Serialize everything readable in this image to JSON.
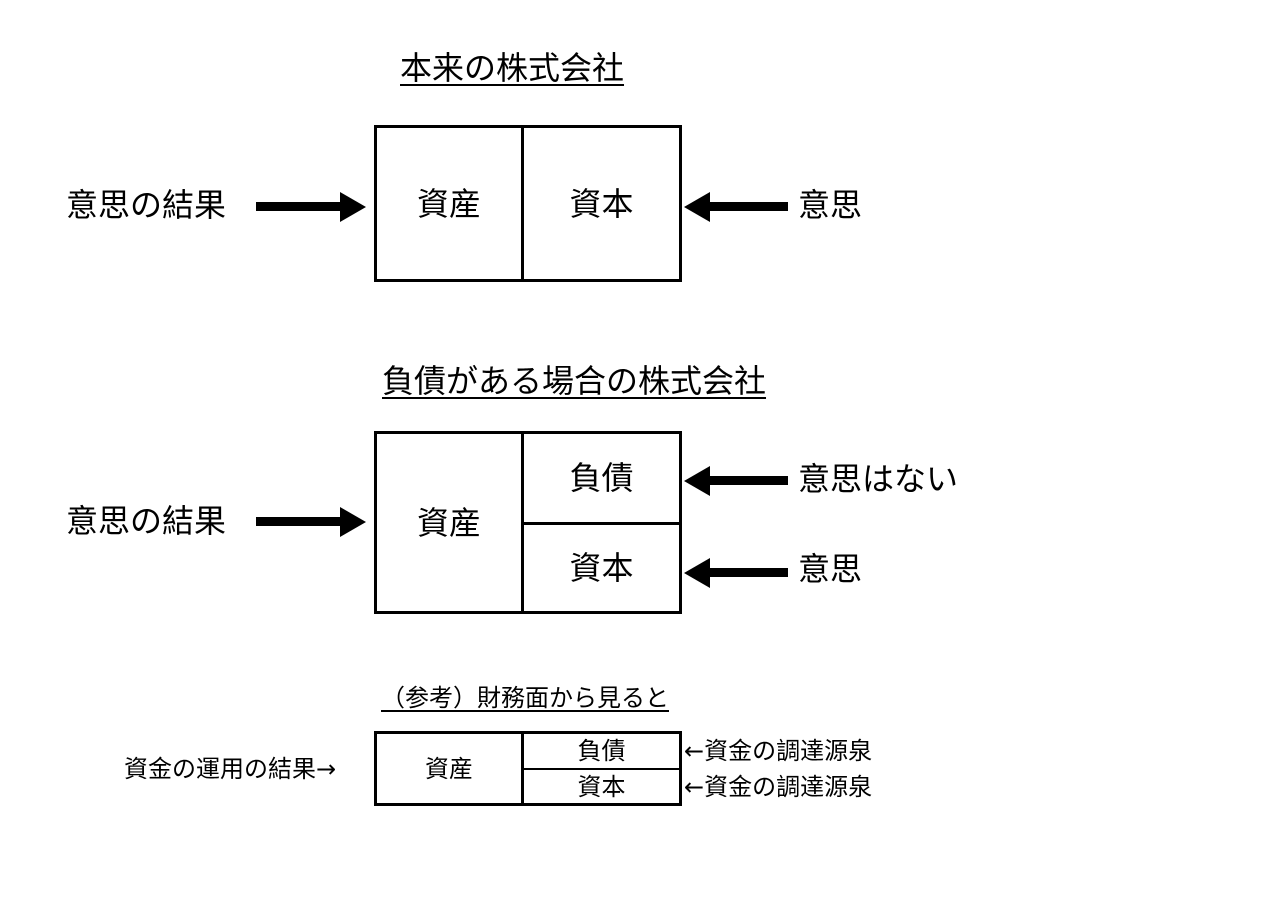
{
  "diagram1": {
    "title": "本来の株式会社",
    "left_label": "意思の結果",
    "cells": {
      "asset": "資産",
      "capital": "資本"
    },
    "right_label": "意思"
  },
  "diagram2": {
    "title": "負債がある場合の株式会社",
    "left_label": "意思の結果",
    "cells": {
      "asset": "資産",
      "liability": "負債",
      "capital": "資本"
    },
    "right_labels": {
      "liability": "意思はない",
      "capital": "意思"
    }
  },
  "diagram3": {
    "title": "（参考）財務面から見ると",
    "left_label": "資金の運用の結果→",
    "cells": {
      "asset": "資産",
      "liability": "負債",
      "capital": "資本"
    },
    "right_labels": {
      "liability": "←資金の調達源泉",
      "capital": "←資金の調達源泉"
    }
  }
}
